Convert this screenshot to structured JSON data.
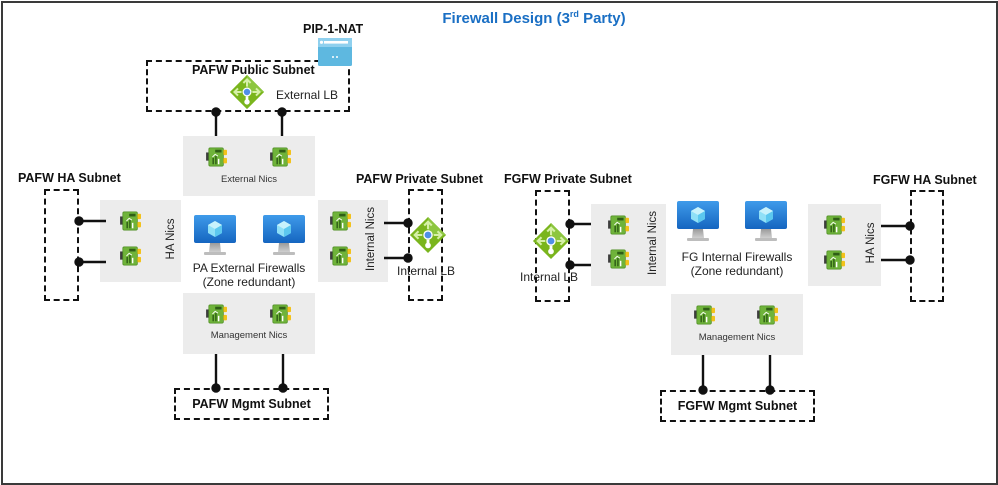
{
  "title": {
    "main": "Firewall Design (3",
    "sup": "rd",
    "end": " Party)"
  },
  "colors": {
    "title": "#1a6fc4",
    "nic_green": "#6fb33a",
    "vm_blue": "#1f7ad8",
    "lb_green": "#7ab51d",
    "pip_blue": "#5eb8e0",
    "panel_gray": "#ececec"
  },
  "pa": {
    "pip_label": "PIP-1-NAT",
    "public_subnet": "PAFW Public Subnet",
    "external_lb": "External LB",
    "external_nics": "External Nics",
    "ha_subnet": "PAFW HA Subnet",
    "ha_nics": "HA Nics",
    "firewalls_line1": "PA External Firewalls",
    "firewalls_line2": "(Zone redundant)",
    "private_subnet": "PAFW Private Subnet",
    "internal_nics": "Internal Nics",
    "internal_lb": "Internal LB",
    "management_nics": "Management Nics",
    "mgmt_subnet": "PAFW Mgmt Subnet"
  },
  "fg": {
    "private_subnet": "FGFW Private Subnet",
    "internal_lb": "Internal LB",
    "internal_nics": "Internal Nics",
    "firewalls_line1": "FG Internal Firewalls",
    "firewalls_line2": "(Zone redundant)",
    "ha_subnet": "FGFW HA Subnet",
    "ha_nics": "HA Nics",
    "management_nics": "Management Nics",
    "mgmt_subnet": "FGFW Mgmt Subnet"
  },
  "icons": {
    "nic": "network-interface-icon",
    "vm": "virtual-machine-icon",
    "lb": "load-balancer-icon",
    "pip": "public-ip-icon"
  }
}
